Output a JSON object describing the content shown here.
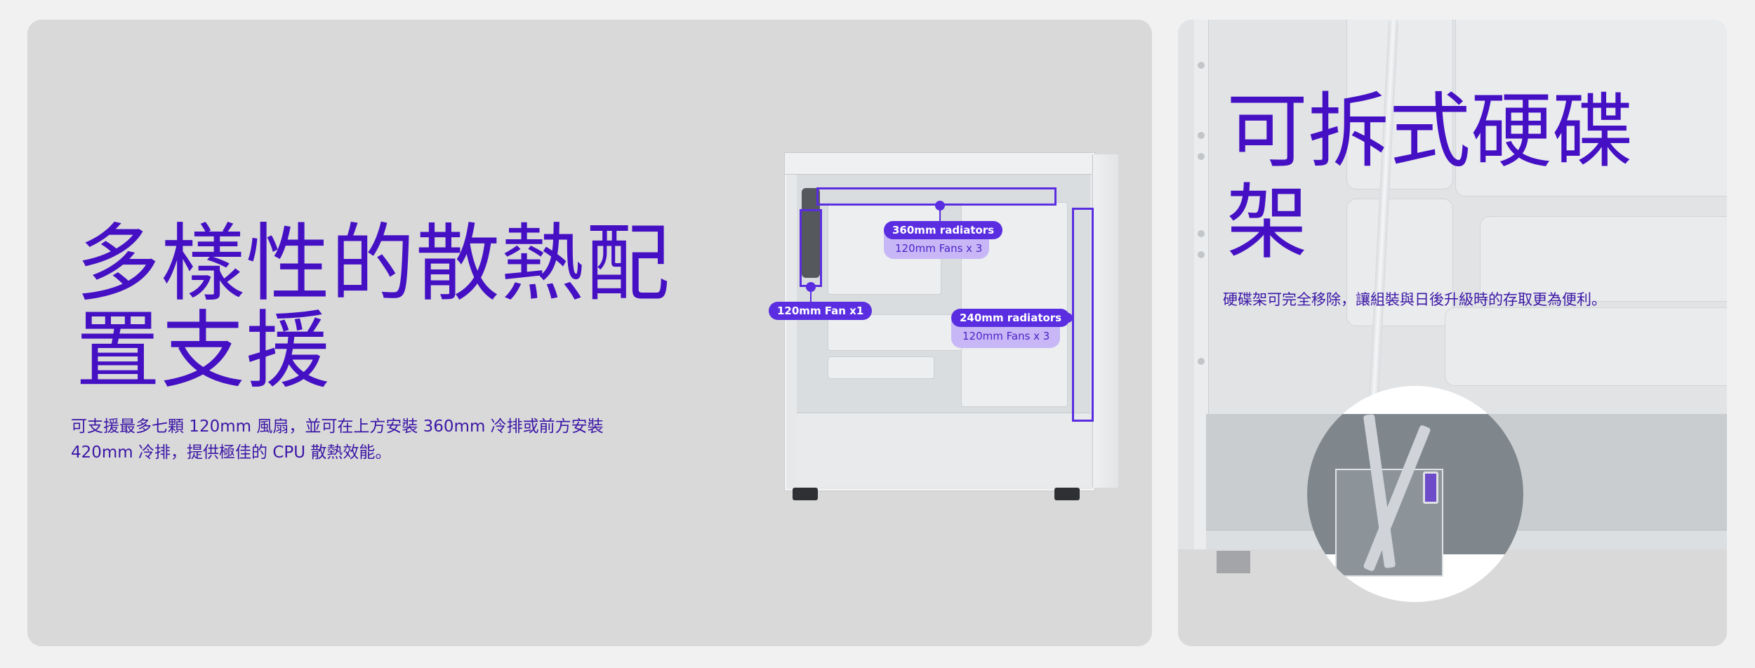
{
  "colors": {
    "heading": "#4510c4",
    "body_text": "#3b16a6",
    "accent": "#5a2ee0",
    "label_card": "#c7b7f6",
    "panel_bg": "#d9d9d9",
    "page_bg": "#f1f1f1"
  },
  "left_panel": {
    "heading": "多樣性的散熱配置支援",
    "description": "可支援最多七顆 120mm 風扇，並可在上方安裝 360mm 冷排或前方安裝 420mm 冷排，提供極佳的 CPU 散熱效能。",
    "image": {
      "subject": "pc-case-side-view",
      "annotations": [
        {
          "title": "360mm radiators",
          "subtitle": "120mm Fans x 3",
          "position": "top"
        },
        {
          "title": "120mm Fan x1",
          "subtitle": "",
          "position": "rear"
        },
        {
          "title": "240mm radiators",
          "subtitle": "120mm Fans x 3",
          "position": "front"
        }
      ]
    }
  },
  "right_panel": {
    "heading": "可拆式硬碟架",
    "description": "硬碟架可完全移除，讓組裝與日後升級時的存取更為便利。",
    "image": {
      "subject": "removable-drive-cage-closeup"
    }
  }
}
